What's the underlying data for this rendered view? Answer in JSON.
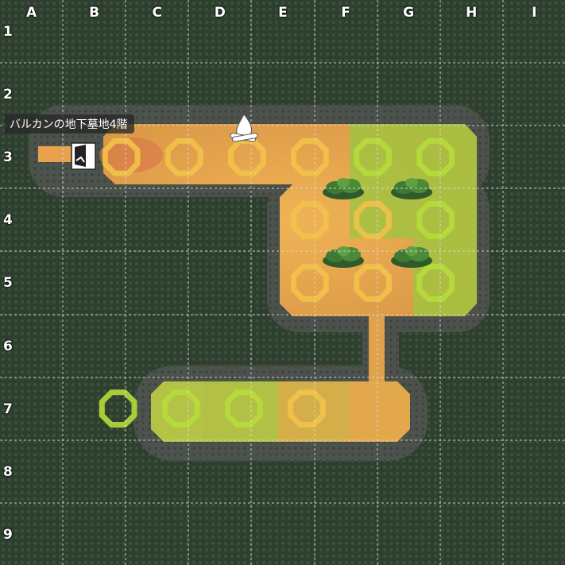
{
  "map": {
    "floor_label": "バルカンの地下墓地4階",
    "columns": [
      "A",
      "B",
      "C",
      "D",
      "E",
      "F",
      "G",
      "H",
      "I"
    ],
    "rows": [
      "1",
      "2",
      "3",
      "4",
      "5",
      "6",
      "7",
      "8",
      "9"
    ],
    "colors": {
      "background": "#2e3f2f",
      "grid": "#d8dcd8",
      "wall": "#5b5f5a",
      "path_orange": "#e8a24a",
      "path_green": "#9fc640"
    },
    "icons": {
      "entrance": "door-icon",
      "campfire": "campfire-icon",
      "bush": "bush-icon"
    }
  }
}
